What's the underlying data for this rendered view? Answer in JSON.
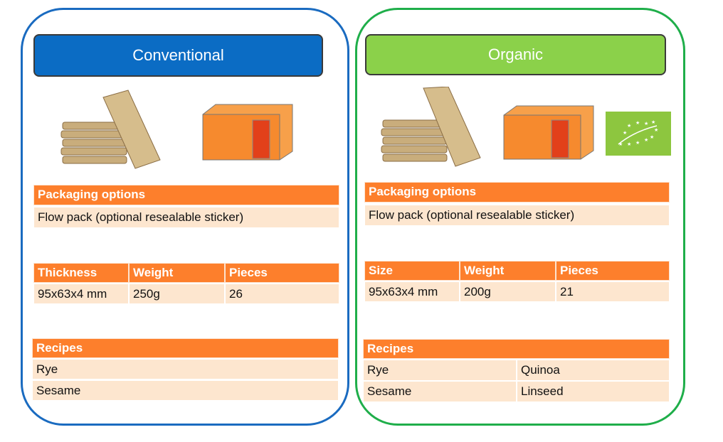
{
  "conventional": {
    "title": "Conventional",
    "packaging": {
      "header": "Packaging options",
      "value": "Flow pack (optional resealable sticker)"
    },
    "specs": {
      "headers": [
        "Thickness",
        "Weight",
        "Pieces"
      ],
      "values": [
        "95x63x4 mm",
        "250g",
        "26"
      ]
    },
    "recipes": {
      "header": "Recipes",
      "items": [
        "Rye",
        "Sesame"
      ]
    }
  },
  "organic": {
    "title": "Organic",
    "packaging": {
      "header": "Packaging options",
      "value": "Flow pack (optional resealable sticker)"
    },
    "specs": {
      "headers": [
        "Size",
        "Weight",
        "Pieces"
      ],
      "values": [
        "95x63x4 mm",
        "200g",
        "21"
      ]
    },
    "recipes": {
      "header": "Recipes",
      "items": [
        "Rye",
        "Quinoa",
        "Sesame",
        "Linseed"
      ]
    }
  },
  "colors": {
    "blue": "#0b6cc4",
    "green": "#8bd14a",
    "orange": "#fd7f2c",
    "cell": "#fde6cf"
  }
}
